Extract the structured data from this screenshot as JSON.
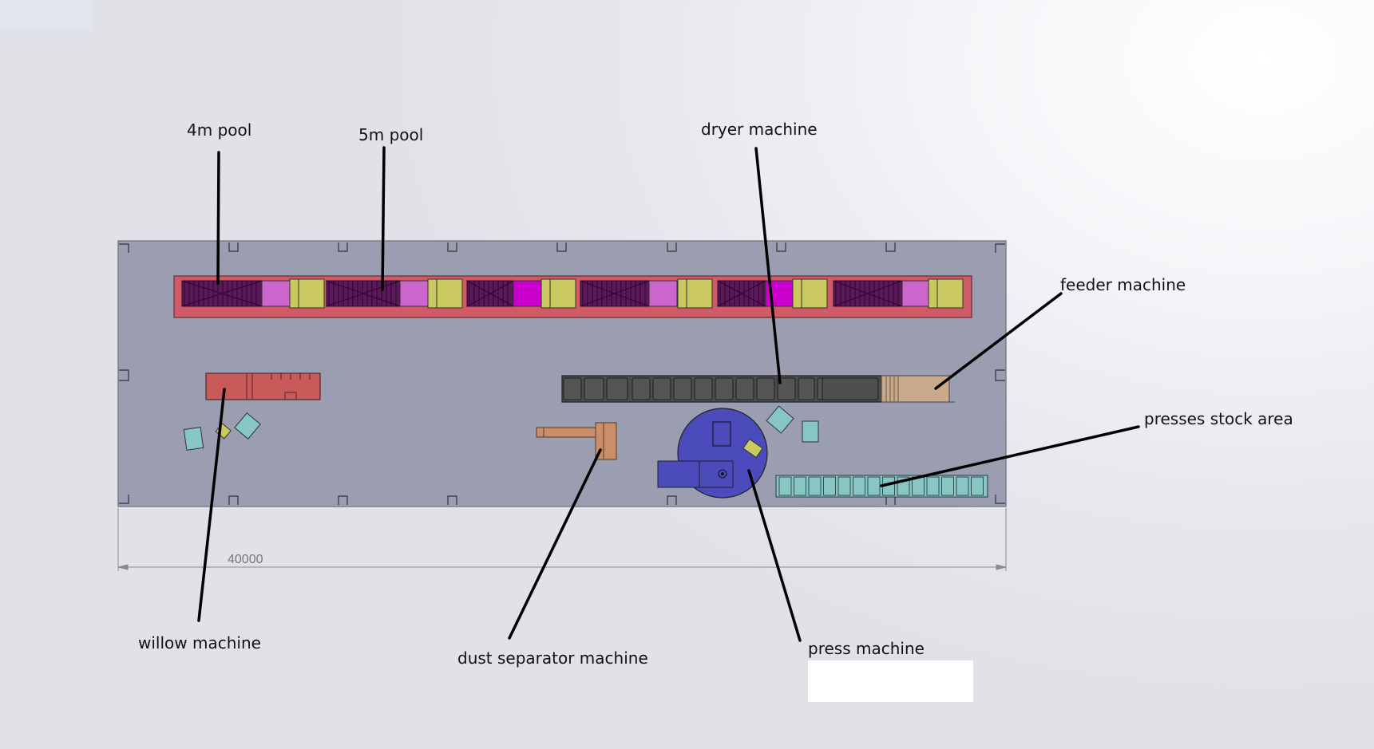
{
  "labels": {
    "pool_4m": "4m pool",
    "pool_5m": "5m pool",
    "dryer": "dryer machine",
    "feeder": "feeder machine",
    "presses_stock": "presses stock area",
    "willow": "willow machine",
    "dust_separator": "dust separator machine",
    "press": "press machine"
  },
  "dimension": {
    "value": "40000"
  },
  "colors": {
    "floor": "#9b9db0",
    "pool_frame": "#d05b66",
    "pool_magenta": "#cc00cc",
    "pool_pink": "#cc66cc",
    "pool_yellow": "#c9c960",
    "dryer": "#4d4d4d",
    "feeder": "#c8a98a",
    "press": "#4b4bbb",
    "stock": "#88c6c6",
    "willow": "#c85a5a",
    "dust": "#c98f68"
  }
}
